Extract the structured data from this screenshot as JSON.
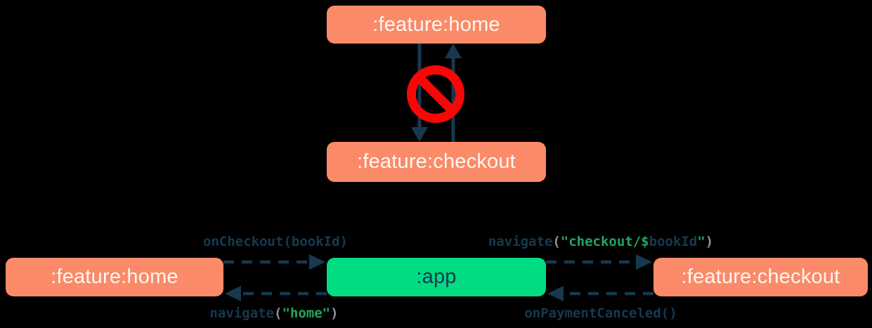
{
  "palette": {
    "background": "#000000",
    "feature_box": "#FB8A68",
    "app_box": "#00DC82",
    "arrow_navy": "#17394F",
    "forbidden_red": "#F90707",
    "code_navy": "#17394F",
    "code_green": "#27A35F",
    "code_gray": "#8E9499",
    "feature_box_text": "#FFF7F3"
  },
  "top_diagram": {
    "home_box": ":feature:home",
    "checkout_box": ":feature:checkout",
    "forbidden_icon": "no-entry-prohibition-sign",
    "arrows": [
      {
        "from": ":feature:home",
        "to": ":feature:checkout",
        "direction": "down",
        "style": "solid"
      },
      {
        "from": ":feature:checkout",
        "to": ":feature:home",
        "direction": "up",
        "style": "solid"
      }
    ]
  },
  "bottom_diagram": {
    "home_box": ":feature:home",
    "app_box": ":app",
    "checkout_box": ":feature:checkout",
    "arrows": [
      {
        "from": ":feature:home",
        "to": ":app",
        "label": "onCheckout(bookId)",
        "style": "dashed"
      },
      {
        "from": ":app",
        "to": ":feature:home",
        "label": "navigate(\"home\")",
        "style": "dashed"
      },
      {
        "from": ":app",
        "to": ":feature:checkout",
        "label": "navigate(\"checkout/$bookId\")",
        "style": "dashed"
      },
      {
        "from": ":feature:checkout",
        "to": ":app",
        "label": "onPaymentCanceled()",
        "style": "dashed"
      }
    ]
  },
  "code_labels": {
    "on_checkout": [
      {
        "t": "onCheckout(",
        "c": "#17394F"
      },
      {
        "t": "bookId",
        "c": "#17394F",
        "b": true
      },
      {
        "t": ")",
        "c": "#17394F"
      }
    ],
    "navigate_home": [
      {
        "t": "navigate",
        "c": "#17394F"
      },
      {
        "t": "(",
        "c": "#8E9499"
      },
      {
        "t": "\"home\"",
        "c": "#27A35F"
      },
      {
        "t": ")",
        "c": "#8E9499"
      }
    ],
    "navigate_checkout": [
      {
        "t": "navigate",
        "c": "#17394F"
      },
      {
        "t": "(",
        "c": "#8E9499"
      },
      {
        "t": "\"checkout/",
        "c": "#27A35F"
      },
      {
        "t": "$",
        "c": "#27A35F"
      },
      {
        "t": "bookId",
        "c": "#17394F",
        "b": true
      },
      {
        "t": "\"",
        "c": "#27A35F"
      },
      {
        "t": ")",
        "c": "#8E9499"
      }
    ],
    "on_payment_canceled": [
      {
        "t": "onPaymentCanceled()",
        "c": "#17394F"
      }
    ]
  }
}
